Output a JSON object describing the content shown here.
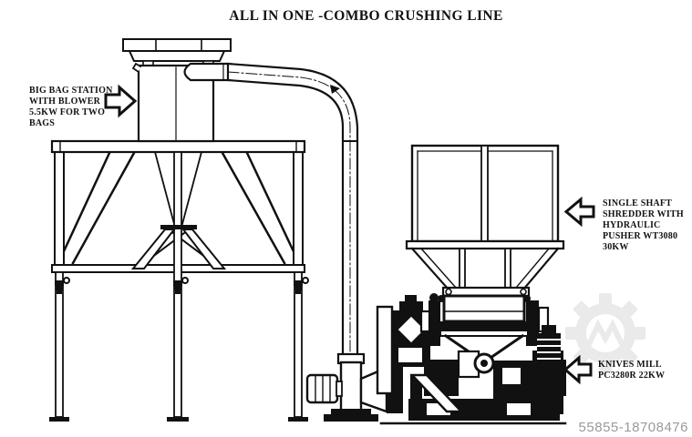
{
  "page": {
    "title": "ALL IN ONE -COMBO CRUSHING LINE",
    "listing_id": "55855-18708476"
  },
  "labels": {
    "big_bag": "BIG BAG STATION\nWITH BLOWER\n5.5KW FOR TWO\nBAGS",
    "shredder": "SINGLE SHAFT\nSHREDDER WITH\nHYDRAULIC\nPUSHER WT3080\n30KW",
    "knives_mill": "KNIVES MILL\nPC3280R 22KW"
  },
  "icons": {
    "watermark": "gear-icon",
    "big_bag_pointer": "arrow-right",
    "shredder_pointer": "arrow-left",
    "knives_pointer": "arrow-left"
  },
  "colors": {
    "line": "#111111",
    "background": "#ffffff",
    "watermark": "#eaeaea",
    "id_text": "#9a9a9a"
  }
}
